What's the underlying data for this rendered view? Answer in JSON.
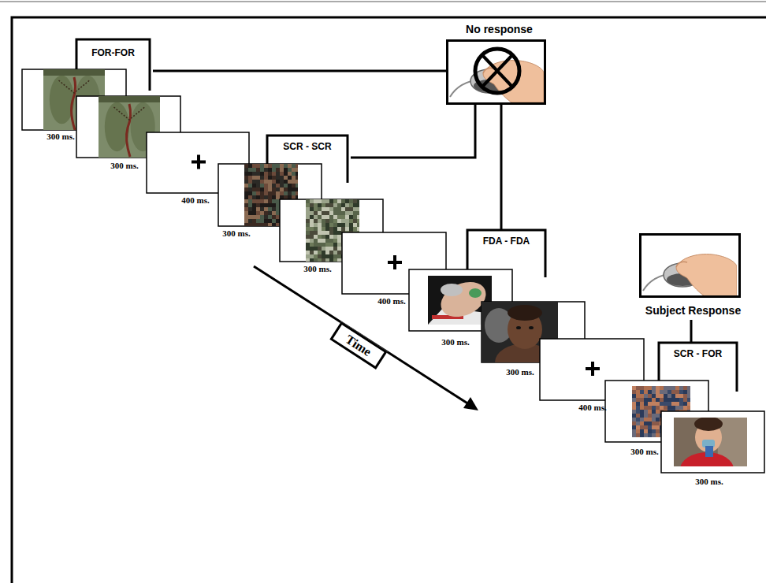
{
  "diagram": {
    "nodes": [
      {
        "text": [
          "FOR-FOR"
        ]
      },
      {
        "text": [
          "No response"
        ]
      },
      {
        "text": [
          "SCR - SCR"
        ]
      },
      {
        "text": [
          "FDA - FDA"
        ]
      },
      {
        "text": [
          "Subject Response"
        ]
      },
      {
        "text": [
          "SCR - FOR"
        ]
      },
      {
        "text": [
          "Time"
        ]
      }
    ],
    "edges": [
      {
        "from": 0,
        "to": 1,
        "arrow": "none"
      },
      {
        "from": 2,
        "to": 1,
        "arrow": "none"
      },
      {
        "from": 3,
        "to": 1,
        "arrow": "none"
      },
      {
        "from": 5,
        "to": 4,
        "arrow": "none"
      }
    ],
    "labels": [
      "300 ms.",
      "300 ms.",
      "400 ms.",
      "300 ms.",
      "300 ms.",
      "400 ms.",
      "300 ms.",
      "300 ms.",
      "400 ms.",
      "300 ms.",
      "300 ms."
    ]
  }
}
